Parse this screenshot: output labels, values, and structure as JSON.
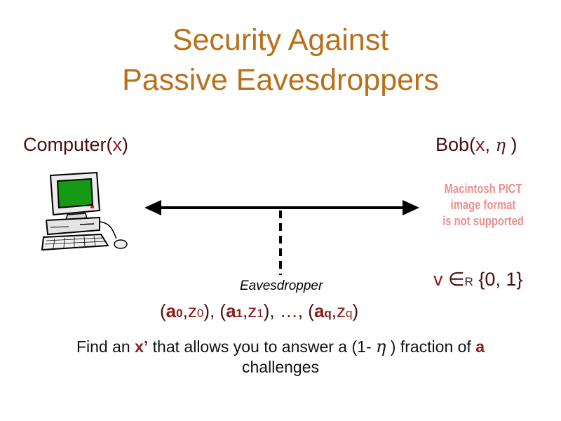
{
  "title": {
    "line1": "Security Against",
    "line2": "Passive Eavesdroppers"
  },
  "computer": {
    "prefix": "Computer(",
    "var": "x",
    "suffix": ")"
  },
  "bob": {
    "prefix": "Bob(",
    "var": "x",
    "sep": ",",
    "eta": "η",
    "suffix": ")"
  },
  "placeholder": {
    "line1": "Macintosh PICT",
    "line2": "image format",
    "line3": "is not supported"
  },
  "eavesdropper_label": "Eavesdropper",
  "challenge": {
    "v": "v",
    "in": "∈",
    "sub_r": "R",
    "set": "{0, 1}"
  },
  "transcript": {
    "open1": "(",
    "a0": "a",
    "a0_sub": "0",
    "c1": ",",
    "z0": "z",
    "z0_sub": "0",
    "close1": "), (",
    "a1": "a",
    "a1_sub": "1",
    "c2": ",",
    "z1": "z",
    "z1_sub": "1",
    "mid": "), …, (",
    "aq": "a",
    "aq_sub": "q",
    "c3": ",",
    "zq": "z",
    "zq_sub": "q",
    "close3": ")"
  },
  "goal": {
    "t1": "Find an ",
    "xprime": "x’",
    "t2": " that allows you to answer a (1-",
    "eta": "η",
    "t3": " ) fraction of ",
    "a": "a",
    "line2": "challenges"
  },
  "colors": {
    "title": "#b8701a",
    "accent": "#8b1a1a",
    "screen": "#159a15",
    "placeholder_text": "#ee8d8d"
  }
}
